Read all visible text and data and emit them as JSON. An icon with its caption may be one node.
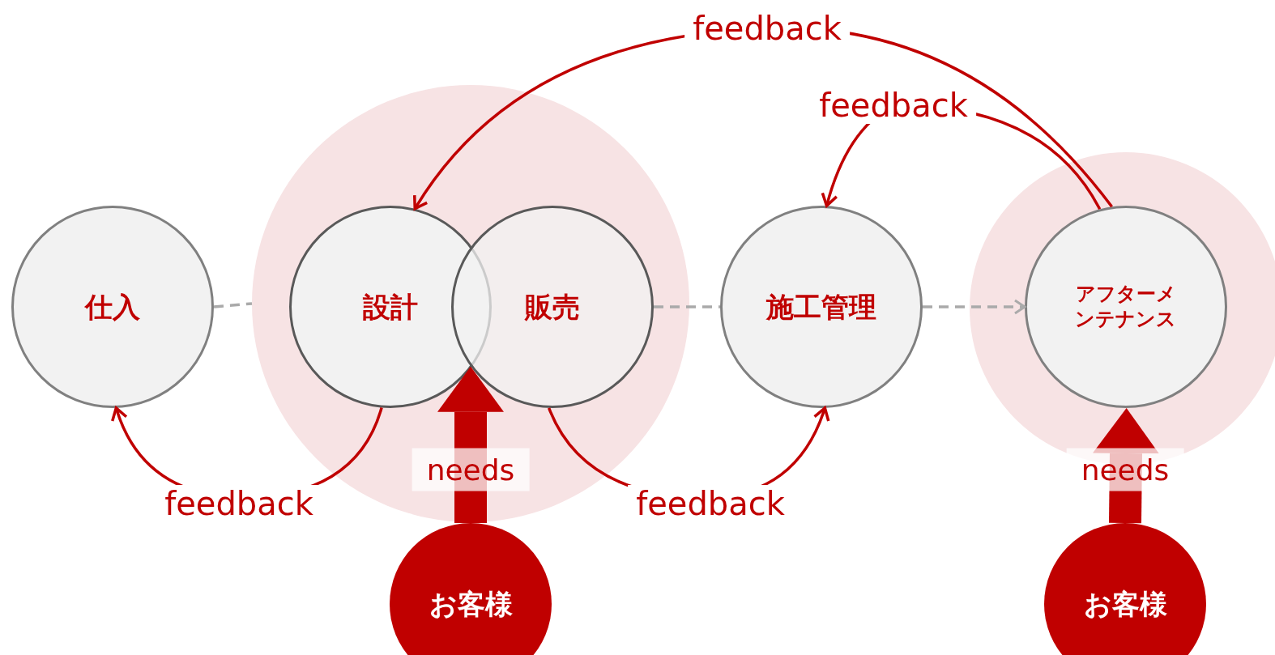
{
  "diagram": {
    "nodes": [
      {
        "text": [],
        "shape": "circle"
      },
      {
        "text": [],
        "shape": "circle"
      },
      {
        "text": [
          "仕入"
        ]
      },
      {
        "text": [
          "設計"
        ],
        "in": 0
      },
      {
        "text": [
          "販売"
        ],
        "in": 0
      },
      {
        "text": [
          "施工管理"
        ]
      },
      {
        "text": [
          "アフターメンテナンス"
        ],
        "in": 1
      },
      {
        "text": [
          "お客様"
        ]
      },
      {
        "text": [
          "お客様"
        ]
      }
    ],
    "edges": [
      {
        "from": 2,
        "to": 0,
        "arrow": "none",
        "style": "dashed",
        "color": "#aaaaaa"
      },
      {
        "from": 4,
        "to": 5,
        "arrow": "none",
        "style": "dashed",
        "color": "#aaaaaa"
      },
      {
        "from": 5,
        "to": 6,
        "arrow": "to",
        "style": "dashed",
        "color": "#aaaaaa"
      },
      {
        "from": 6,
        "to": 3,
        "arrow": "to",
        "label": "feedback"
      },
      {
        "from": 6,
        "to": 5,
        "arrow": "to",
        "label": "feedback"
      },
      {
        "from": 3,
        "to": 2,
        "arrow": "to",
        "label": "feedback"
      },
      {
        "from": 4,
        "to": 5,
        "arrow": "to",
        "label": "feedback"
      },
      {
        "from": 7,
        "to": 4,
        "arrow": "to",
        "label": "needs",
        "style": "thick"
      },
      {
        "from": 8,
        "to": 6,
        "arrow": "to",
        "label": "needs",
        "style": "thick"
      }
    ]
  }
}
